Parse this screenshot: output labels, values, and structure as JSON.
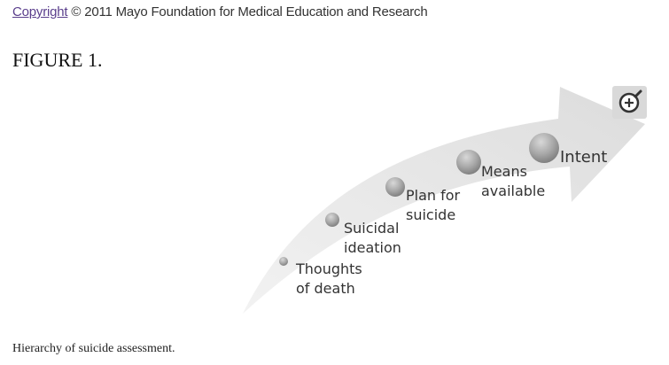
{
  "header": {
    "copyright_link": "Copyright",
    "copyright_rest": " © 2011 Mayo Foundation for Medical Education and Research"
  },
  "figure": {
    "title": "FIGURE 1.",
    "caption": "Hierarchy of suicide assessment.",
    "stages": [
      {
        "label": "Thoughts\nof death"
      },
      {
        "label": "Suicidal\nideation"
      },
      {
        "label": "Plan for\nsuicide"
      },
      {
        "label": "Means\navailable"
      },
      {
        "label": "Intent"
      }
    ]
  },
  "controls": {
    "zoom_icon": "zoom-in-icon"
  }
}
